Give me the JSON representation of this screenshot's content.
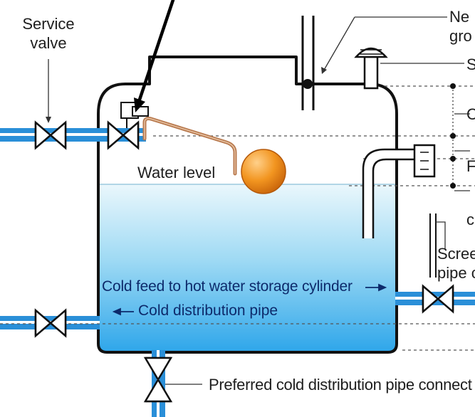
{
  "labels": {
    "service_valve_line1": "Service",
    "service_valve_line2": "valve",
    "water_level": "Water level",
    "cold_feed": "Cold feed to hot water storage cylinder",
    "cold_distribution": "Cold distribution pipe",
    "preferred_connection": "Preferred cold distribution pipe connect",
    "top_right_line1": "Ne",
    "top_right_line2": "gro",
    "right_s": "S",
    "right_c1": "C",
    "right_f": "F",
    "right_c2": "c",
    "screen_line1": "Scree",
    "screen_line2": "pipe c"
  },
  "colors": {
    "water_top": "#eaf7fc",
    "water_bottom": "#2ea6ea",
    "pipe_blue": "#2a8fd8",
    "pipe_white": "#ffffff",
    "float_ball": "#f29520",
    "float_arm": "#b8794e",
    "outline": "#111111",
    "dashed_line": "#555555"
  },
  "icons": [
    "valve-icon",
    "float-ball-icon",
    "vent-cap-icon",
    "pointer-arrow-icon"
  ]
}
